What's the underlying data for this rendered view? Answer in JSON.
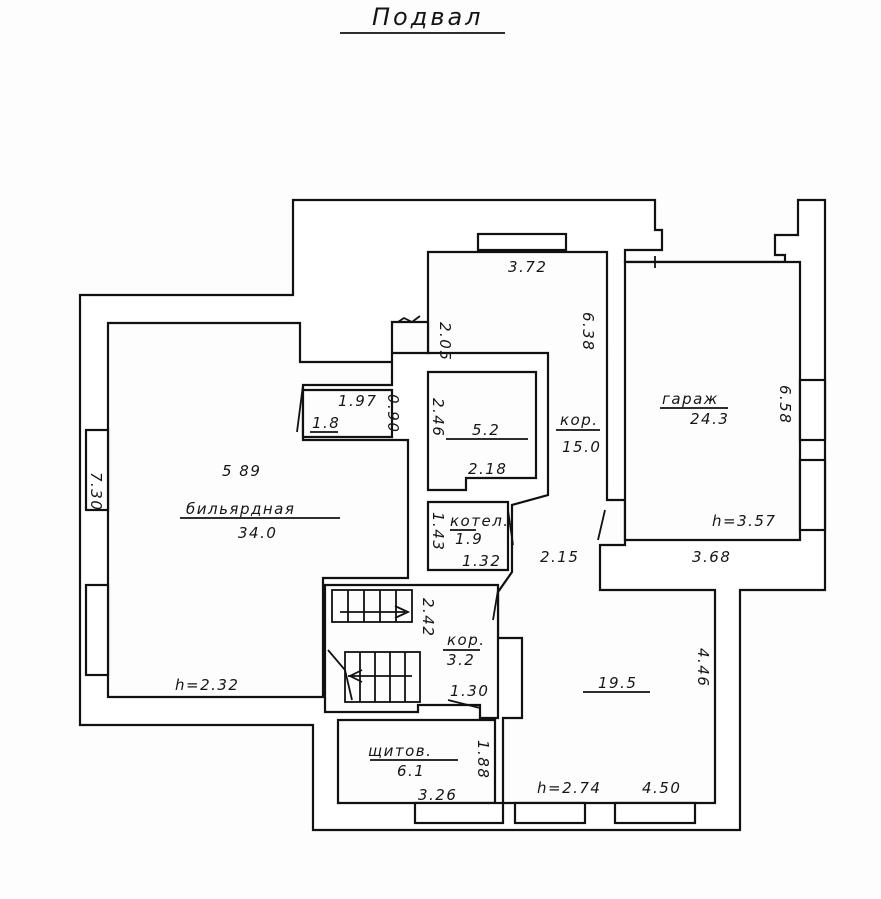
{
  "title": "Подвал",
  "rooms": {
    "billiard": {
      "name": "бильярдная",
      "area": "34.0",
      "width": "5 89",
      "length": "7.30",
      "height": "h=2.32"
    },
    "small": {
      "area": "1.8",
      "width": "1.97",
      "depth": "0.90"
    },
    "storage": {
      "area": "5.2",
      "length": "2.46",
      "width": "2.18"
    },
    "corridor_main": {
      "name": "кор.",
      "area": "15.0",
      "width": "3.72",
      "length": "6.38",
      "side": "2.05",
      "passage": "2.15"
    },
    "boiler": {
      "name": "котел.",
      "area": "1.9",
      "length": "1.43",
      "width": "1.32"
    },
    "garage": {
      "name": "гараж",
      "area": "24.3",
      "length": "6.58",
      "width": "3.68",
      "height": "h=3.57"
    },
    "corridor_small": {
      "name": "кор.",
      "area": "3.2",
      "length": "2.42",
      "width": "1.30"
    },
    "room_19": {
      "area": "19.5",
      "length": "4.46",
      "width": "4.50",
      "height": "h=2.74"
    },
    "panel": {
      "name": "щитов.",
      "area": "6.1",
      "length": "1.88",
      "width": "3.26"
    }
  }
}
